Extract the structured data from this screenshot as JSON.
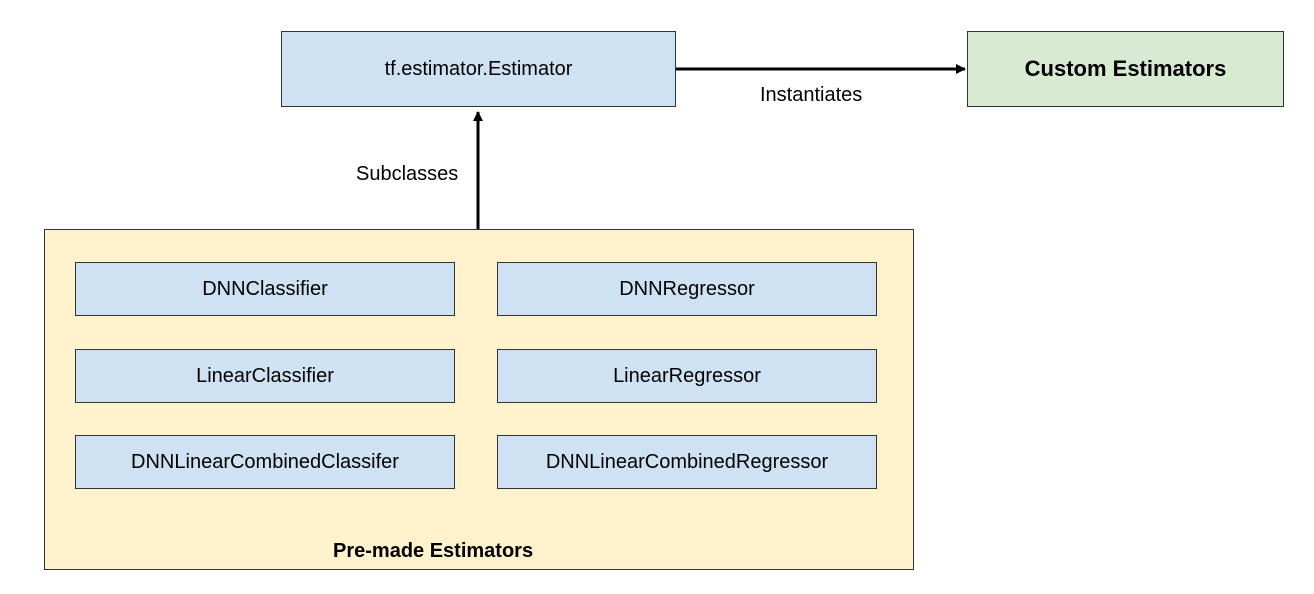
{
  "nodes": {
    "estimator": "tf.estimator.Estimator",
    "custom": "Custom Estimators",
    "premade_group": "Pre-made Estimators",
    "premade_items": [
      "DNNClassifier",
      "DNNRegressor",
      "LinearClassifier",
      "LinearRegressor",
      "DNNLinearCombinedClassifer",
      "DNNLinearCombinedRegressor"
    ]
  },
  "edges": {
    "instantiates": "Instantiates",
    "subclasses": "Subclasses"
  },
  "colors": {
    "estimator_fill": "#cfe2f3",
    "custom_fill": "#d9ead3",
    "group_fill": "#fff2cc",
    "stroke": "#333333"
  }
}
